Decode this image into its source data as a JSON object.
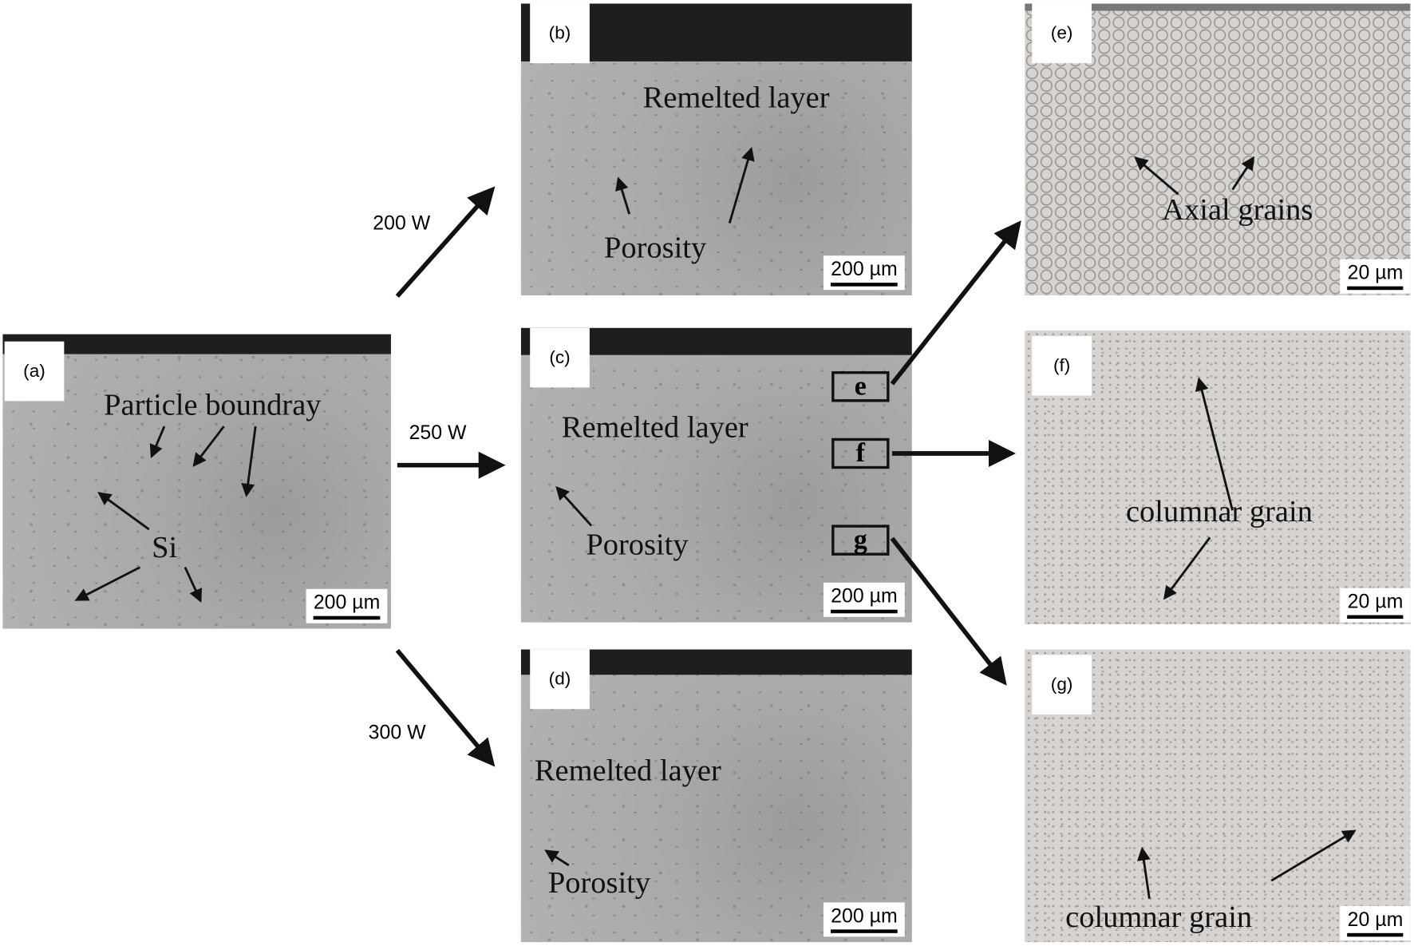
{
  "panels": {
    "a": {
      "label": "(a)",
      "scale": "200 µm",
      "annotations": [
        "Particle boundray",
        "Si"
      ]
    },
    "b": {
      "label": "(b)",
      "scale": "200 µm",
      "annotations": [
        "Remelted layer",
        "Porosity"
      ]
    },
    "c": {
      "label": "(c)",
      "scale": "200 µm",
      "annotations": [
        "Remelted layer",
        "Porosity"
      ],
      "boxes": [
        "e",
        "f",
        "g"
      ]
    },
    "d": {
      "label": "(d)",
      "scale": "200 µm",
      "annotations": [
        "Remelted layer",
        "Porosity"
      ]
    },
    "e": {
      "label": "(e)",
      "scale": "20 µm",
      "annotations": [
        "Axial grains"
      ]
    },
    "f": {
      "label": "(f)",
      "scale": "20 µm",
      "annotations": [
        "columnar grain"
      ]
    },
    "g": {
      "label": "(g)",
      "scale": "20 µm",
      "annotations": [
        "columnar grain"
      ]
    }
  },
  "powers": [
    "200 W",
    "250 W",
    "300 W"
  ]
}
